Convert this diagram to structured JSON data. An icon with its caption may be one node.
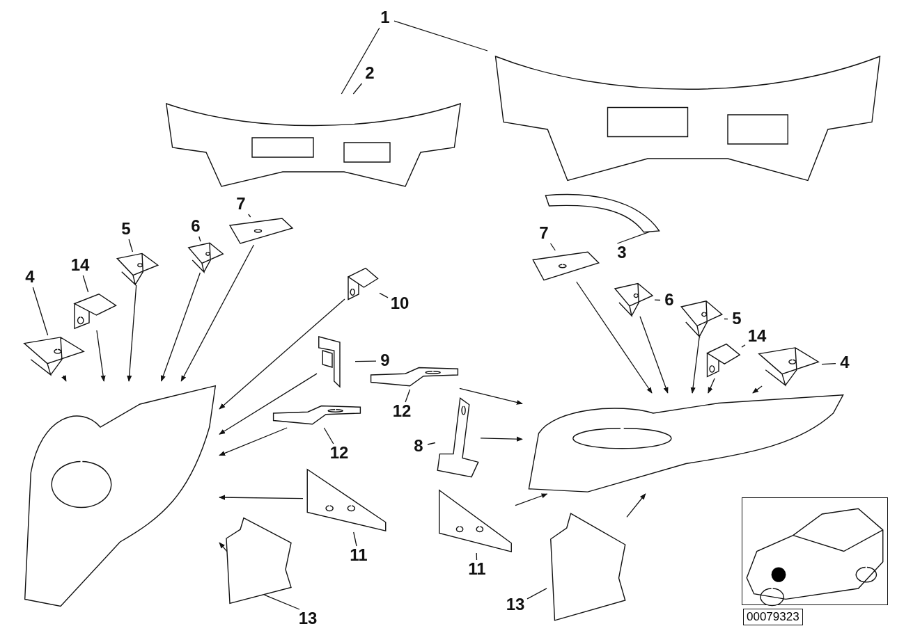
{
  "diagram": {
    "nodes": [
      {
        "text": [
          "1"
        ]
      },
      {
        "text": [],
        "shape": "picture"
      },
      {
        "text": [
          "2"
        ]
      },
      {
        "text": [],
        "shape": "picture"
      },
      {
        "text": [
          "3"
        ]
      },
      {
        "text": [],
        "shape": "picture"
      },
      {
        "text": [
          "7"
        ]
      },
      {
        "text": [],
        "shape": "picture"
      },
      {
        "text": [
          "6"
        ]
      },
      {
        "text": [],
        "shape": "picture"
      },
      {
        "text": [
          "5"
        ]
      },
      {
        "text": [],
        "shape": "picture"
      },
      {
        "text": [
          "14"
        ]
      },
      {
        "text": [],
        "shape": "picture"
      },
      {
        "text": [
          "4"
        ]
      },
      {
        "text": [],
        "shape": "picture"
      },
      {
        "text": [
          "10"
        ]
      },
      {
        "text": [],
        "shape": "picture"
      },
      {
        "text": [
          "9"
        ]
      },
      {
        "text": [],
        "shape": "picture"
      },
      {
        "text": [
          "12"
        ]
      },
      {
        "text": [],
        "shape": "picture"
      },
      {
        "text": [
          "11"
        ]
      },
      {
        "text": [],
        "shape": "picture"
      },
      {
        "text": [
          "13"
        ]
      },
      {
        "text": [],
        "shape": "picture"
      },
      {
        "text": [],
        "shape": "picture"
      },
      {
        "text": [
          "7"
        ]
      },
      {
        "text": [],
        "shape": "picture"
      },
      {
        "text": [
          "6"
        ]
      },
      {
        "text": [],
        "shape": "picture"
      },
      {
        "text": [
          "5"
        ]
      },
      {
        "text": [],
        "shape": "picture"
      },
      {
        "text": [
          "14"
        ]
      },
      {
        "text": [],
        "shape": "picture"
      },
      {
        "text": [
          "4"
        ]
      },
      {
        "text": [],
        "shape": "picture"
      },
      {
        "text": [
          "12"
        ]
      },
      {
        "text": [],
        "shape": "picture"
      },
      {
        "text": [
          "8"
        ]
      },
      {
        "text": [],
        "shape": "picture"
      },
      {
        "text": [
          "11"
        ]
      },
      {
        "text": [],
        "shape": "picture"
      },
      {
        "text": [
          "13"
        ]
      },
      {
        "text": [],
        "shape": "picture"
      },
      {
        "text": [],
        "shape": "picture"
      },
      {
        "text": [],
        "shape": "picture",
        "beside": [
          "00079323"
        ]
      }
    ],
    "edges": [
      {
        "from": 0,
        "to": 1,
        "arrow": "none"
      },
      {
        "from": 0,
        "to": 3,
        "arrow": "none"
      },
      {
        "from": 2,
        "to": 1,
        "arrow": "none"
      },
      {
        "from": 4,
        "to": 5,
        "arrow": "none"
      },
      {
        "from": 6,
        "to": 7,
        "arrow": "none"
      },
      {
        "from": 8,
        "to": 9,
        "arrow": "none"
      },
      {
        "from": 10,
        "to": 11,
        "arrow": "none"
      },
      {
        "from": 12,
        "to": 13,
        "arrow": "none"
      },
      {
        "from": 14,
        "to": 15,
        "arrow": "none"
      },
      {
        "from": 16,
        "to": 17,
        "arrow": "none"
      },
      {
        "from": 18,
        "to": 19,
        "arrow": "none"
      },
      {
        "from": 20,
        "to": 21,
        "arrow": "none"
      },
      {
        "from": 22,
        "to": 23,
        "arrow": "none"
      },
      {
        "from": 24,
        "to": 25,
        "arrow": "none"
      },
      {
        "from": 7,
        "to": 26,
        "arrow": "to"
      },
      {
        "from": 9,
        "to": 26,
        "arrow": "to"
      },
      {
        "from": 11,
        "to": 26,
        "arrow": "to"
      },
      {
        "from": 13,
        "to": 26,
        "arrow": "to"
      },
      {
        "from": 15,
        "to": 26,
        "arrow": "to"
      },
      {
        "from": 17,
        "to": 26,
        "arrow": "to"
      },
      {
        "from": 19,
        "to": 26,
        "arrow": "to"
      },
      {
        "from": 21,
        "to": 26,
        "arrow": "to"
      },
      {
        "from": 23,
        "to": 26,
        "arrow": "to"
      },
      {
        "from": 25,
        "to": 26,
        "arrow": "to"
      },
      {
        "from": 27,
        "to": 28,
        "arrow": "none"
      },
      {
        "from": 29,
        "to": 30,
        "arrow": "none"
      },
      {
        "from": 31,
        "to": 32,
        "arrow": "none"
      },
      {
        "from": 33,
        "to": 34,
        "arrow": "none"
      },
      {
        "from": 35,
        "to": 36,
        "arrow": "none"
      },
      {
        "from": 37,
        "to": 38,
        "arrow": "none"
      },
      {
        "from": 39,
        "to": 40,
        "arrow": "none"
      },
      {
        "from": 41,
        "to": 42,
        "arrow": "none"
      },
      {
        "from": 43,
        "to": 44,
        "arrow": "none"
      },
      {
        "from": 28,
        "to": 45,
        "arrow": "to"
      },
      {
        "from": 30,
        "to": 45,
        "arrow": "to"
      },
      {
        "from": 32,
        "to": 45,
        "arrow": "to"
      },
      {
        "from": 34,
        "to": 45,
        "arrow": "to"
      },
      {
        "from": 36,
        "to": 45,
        "arrow": "to"
      },
      {
        "from": 38,
        "to": 45,
        "arrow": "to"
      },
      {
        "from": 40,
        "to": 45,
        "arrow": "to"
      },
      {
        "from": 42,
        "to": 45,
        "arrow": "to"
      },
      {
        "from": 44,
        "to": 45,
        "arrow": "to"
      }
    ]
  }
}
